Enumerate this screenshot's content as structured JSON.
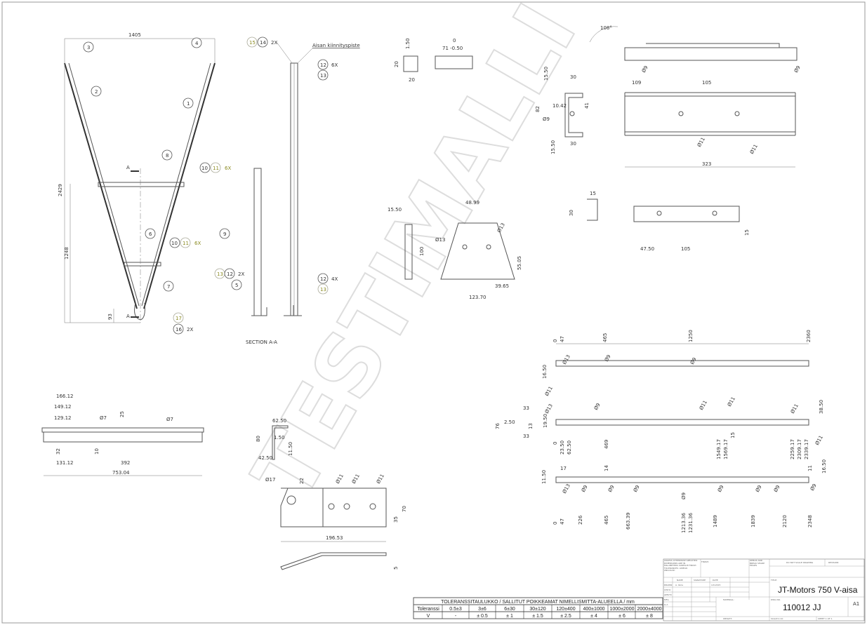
{
  "watermark": "TESTIMALLI",
  "main_view": {
    "balloons": [
      "3",
      "4",
      "2",
      "1",
      "8",
      "10",
      "11",
      "6",
      "10",
      "11",
      "7",
      "17",
      "16"
    ],
    "qty": [
      "6X",
      "6X",
      "2X"
    ],
    "dims": [
      "1405",
      "2429",
      "1248",
      "93"
    ],
    "section_marker": "A"
  },
  "side_view": {
    "balloons": [
      "15",
      "14",
      "12",
      "13",
      "9",
      "13",
      "12",
      "5",
      "12",
      "13"
    ],
    "qty": [
      "2X",
      "6X",
      "2X",
      "4X"
    ],
    "note": "Aisan kiinnityspiste",
    "section_label": "SECTION A-A"
  },
  "part_small_tube": {
    "dims": [
      "1.50",
      "20",
      "20",
      "0",
      "71 -0.50"
    ]
  },
  "part_bracket_u": {
    "dims": [
      "15.50",
      "30",
      "82",
      "10.42",
      "41",
      "Ø9",
      "15.50",
      "30"
    ]
  },
  "part_channel_long": {
    "dims": [
      "108°",
      "Ø9",
      "Ø9",
      "109",
      "105",
      "Ø11",
      "Ø11",
      "323"
    ]
  },
  "part_trapezoid": {
    "dims": [
      "15.50",
      "100",
      "48.99",
      "Ø13",
      "Ø13",
      "55.05",
      "39.65",
      "123.70"
    ]
  },
  "part_flat_bar": {
    "dims": [
      "15",
      "30",
      "47.50",
      "105",
      "15"
    ]
  },
  "part_plate_left": {
    "dims": [
      "166.12",
      "149.12",
      "129.12",
      "Ø7",
      "25",
      "Ø7",
      "32",
      "10",
      "131.12",
      "392",
      "753.04"
    ]
  },
  "part_angle": {
    "dims": [
      "62.50",
      "80",
      "1.50",
      "11.50",
      "42.50"
    ]
  },
  "part_plate_holes": {
    "dims": [
      "Ø17",
      "22",
      "Ø11",
      "Ø11",
      "Ø11",
      "70",
      "35"
    ]
  },
  "part_bent": {
    "dims": [
      "196.53",
      "5"
    ]
  },
  "part_rail_1": {
    "dims": [
      "0",
      "47",
      "465",
      "1250",
      "2360",
      "Ø13",
      "Ø9",
      "Ø9",
      "16.50"
    ]
  },
  "part_rail_2": {
    "dims": [
      "Ø11",
      "Ø13",
      "Ø9",
      "Ø11",
      "Ø11",
      "Ø11",
      "38.50",
      "33",
      "76",
      "2.50",
      "19.50",
      "33",
      "13",
      "0",
      "23.50",
      "62.50",
      "469",
      "1549.17",
      "1569.17",
      "15",
      "2259.17",
      "2309.17",
      "2339.17",
      "Ø11"
    ]
  },
  "part_rail_3": {
    "dims": [
      "11.50",
      "17",
      "14",
      "11",
      "16.50",
      "Ø13",
      "Ø9",
      "Ø9",
      "Ø9",
      "Ø9",
      "Ø9",
      "Ø9",
      "Ø9",
      "Ø9",
      "0",
      "47",
      "226",
      "465",
      "663.39",
      "1213.36",
      "1231.36",
      "1489",
      "1839",
      "2120",
      "2348"
    ]
  },
  "tolerance_table": {
    "title": "TOLERANSSITAULUKKO / SALLITUT POIKKEAMAT NIMELLISMITTA-ALUEELLA / mm",
    "header": [
      "Toleranssi",
      "0.5±3",
      "3±6",
      "6±30",
      "30±120",
      "120±400",
      "400±1000",
      "1000±2000",
      "2000±4000"
    ],
    "row": [
      "V",
      "-",
      "± 0.5",
      "± 1",
      "± 1.5",
      "± 2.5",
      "± 4",
      "± 6",
      "± 8"
    ]
  },
  "title_block": {
    "general_note": "UNLESS OTHERWISE SPECIFIED: DIMENSIONS ARE IN MILLIMETERS SURFACE FINISH: TOLERANCES: LINEAR: ANGULAR:",
    "finish": "FINISH:",
    "deburr": "DEBUR AND BREAK SHARP EDGES",
    "do_not_scale": "DO NOT SCALE DRAWING",
    "revision": "REVISION",
    "cols": [
      "NAME",
      "SIGNATURE",
      "DATE"
    ],
    "rows": [
      "DRAWN",
      "CHK'D",
      "APPV'D",
      "MFG",
      "Q.A"
    ],
    "drawn_name": "A. Ikola",
    "drawn_date": "4.8.2015",
    "material": "MATERIAL:",
    "weight": "WEIGHT:",
    "title_label": "TITLE:",
    "title": "JT-Motors 750 V-aisa",
    "dwg_label": "DWG NO.",
    "dwg_no": "110012 JJ",
    "size": "A1",
    "scale": "SCALE:1:10",
    "sheet": "SHEET 1 OF 1"
  }
}
